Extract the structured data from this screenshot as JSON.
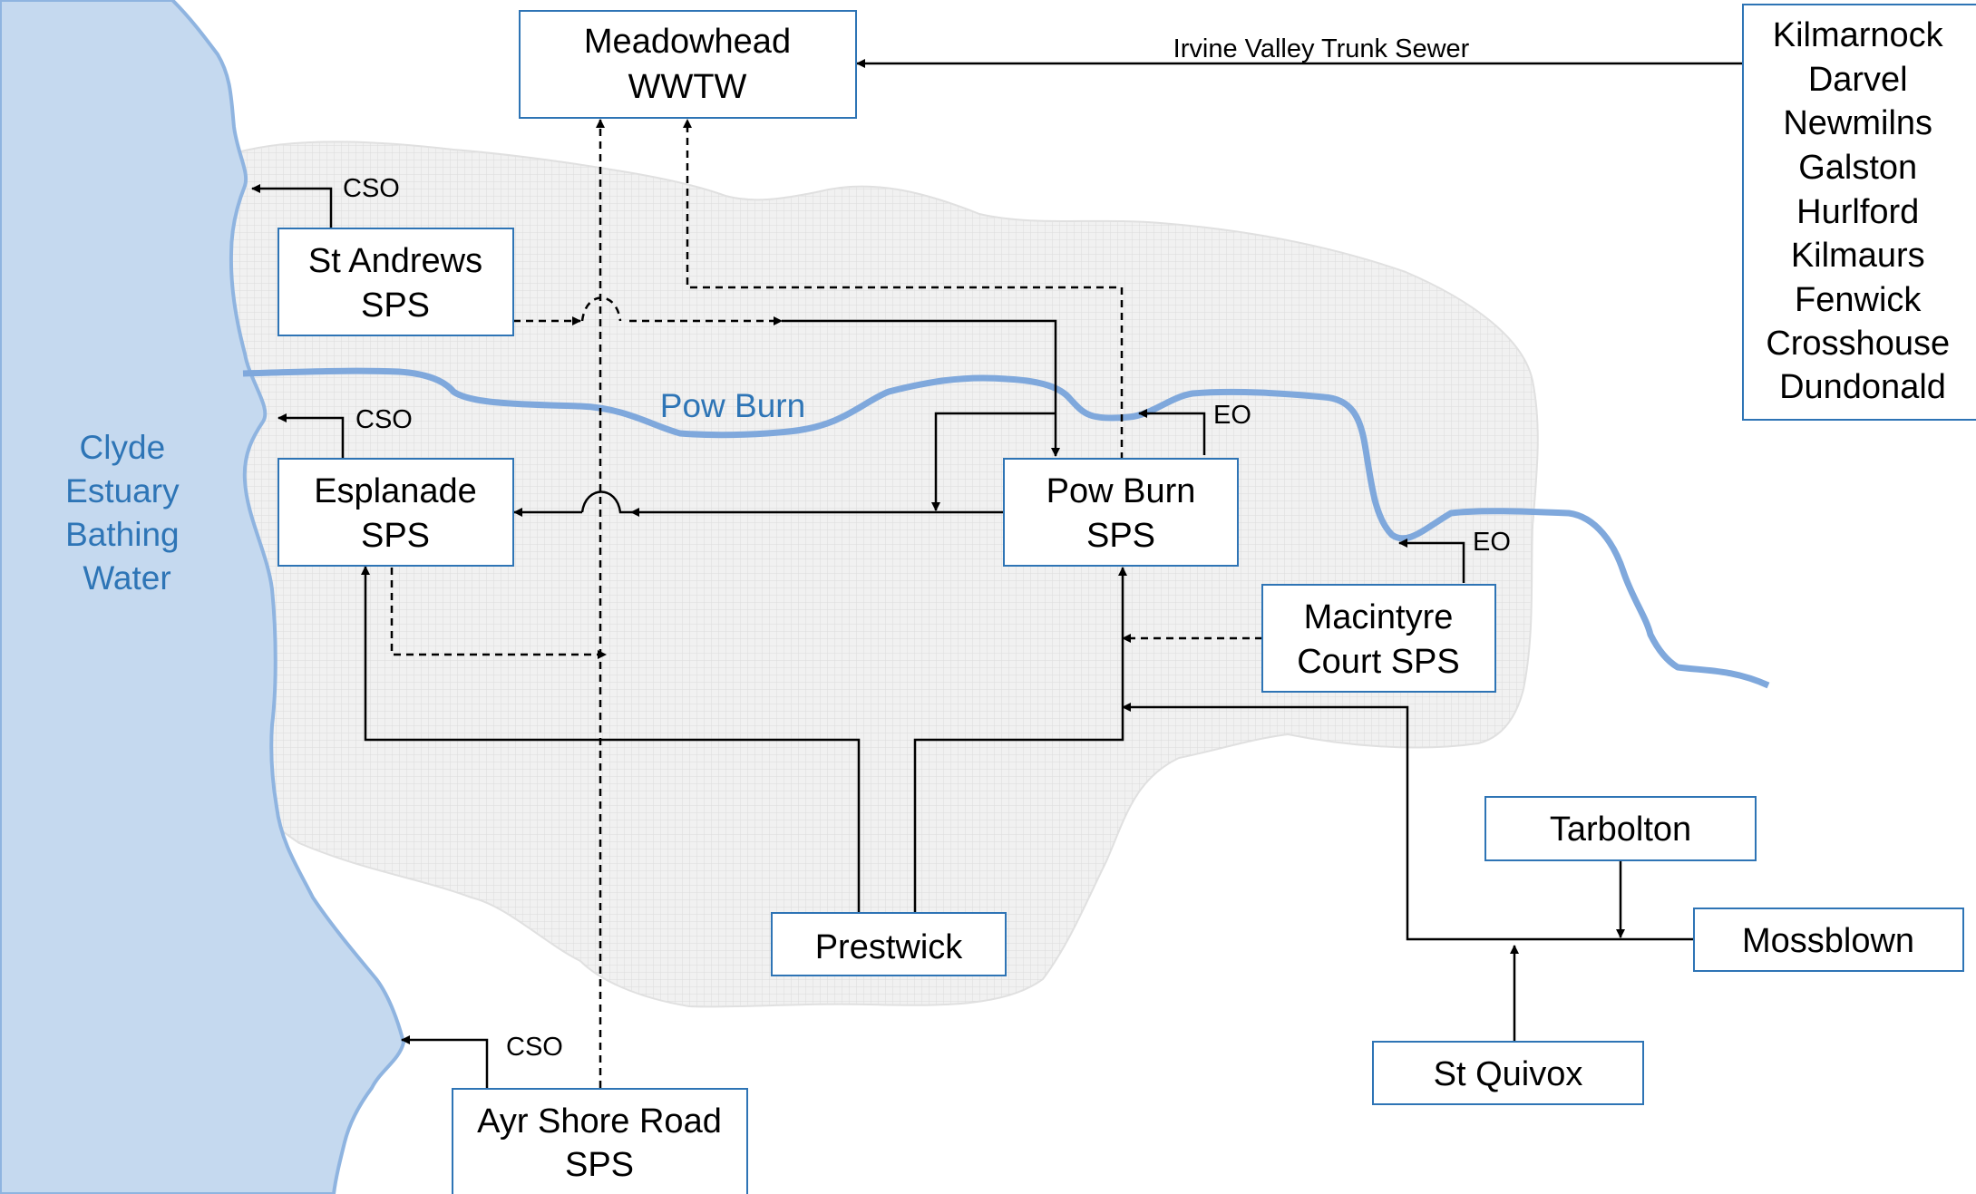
{
  "colors": {
    "water": "#c5d9ef",
    "water_edge": "#8fb4e0",
    "river": "#7fa8dc",
    "box_border": "#2e74b5",
    "catchment": "#eeeeee",
    "label_blue": "#2e75b6"
  },
  "nodes": {
    "meadowhead": [
      "Meadowhead",
      "WWTW"
    ],
    "st_andrews": [
      "St Andrews",
      "SPS"
    ],
    "esplanade": [
      "Esplanade",
      "SPS"
    ],
    "pow_burn_sps": [
      "Pow Burn",
      "SPS"
    ],
    "macintyre": [
      "Macintyre",
      "Court SPS"
    ],
    "prestwick": [
      "Prestwick"
    ],
    "ayr_shore": [
      "Ayr Shore Road",
      "SPS"
    ],
    "tarbolton": [
      "Tarbolton"
    ],
    "mossblown": [
      "Mossblown"
    ],
    "st_quivox": [
      "St Quivox"
    ],
    "towns": [
      "Kilmarnock",
      "Darvel",
      "Newmilns",
      "Galston",
      "Hurlford",
      "Kilmaurs",
      "Fenwick",
      "Crosshouse",
      "Dundonald"
    ]
  },
  "labels": {
    "trunk_sewer": "Irvine Valley Trunk Sewer",
    "pow_burn_river": "Pow Burn",
    "clyde": [
      "Clyde",
      "Estuary",
      "Bathing",
      "Water"
    ],
    "cso_st_andrews": "CSO",
    "cso_esplanade": "CSO",
    "cso_ayr_shore": "CSO",
    "eo_pow_burn": "EO",
    "eo_macintyre": "EO"
  }
}
